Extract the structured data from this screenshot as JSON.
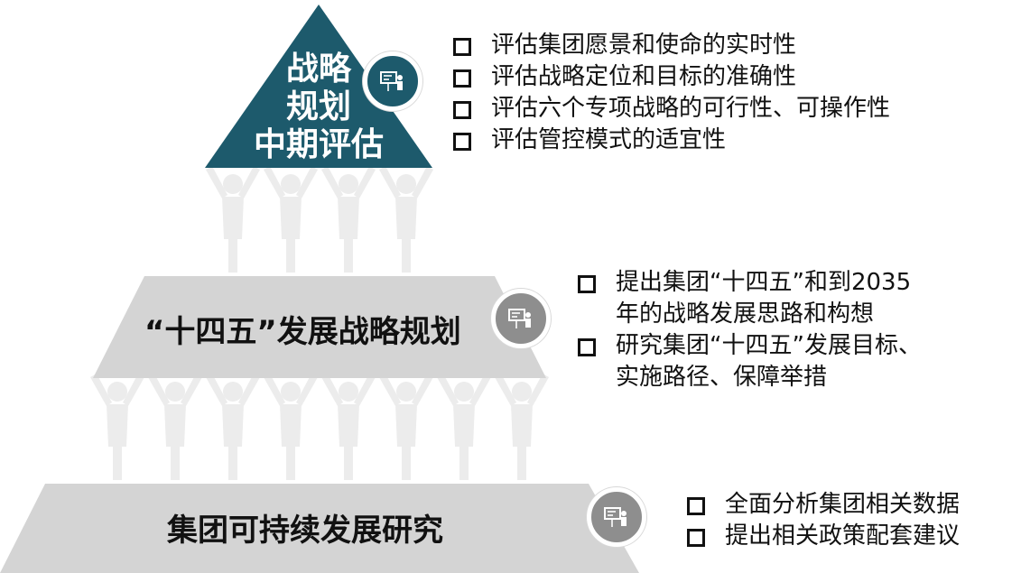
{
  "colors": {
    "apex": "#1d5a6c",
    "banner": "#d4d4d4",
    "figures": "#ececec",
    "badge_gray": "#8e8e8e",
    "text": "#111111"
  },
  "tiers": {
    "top": {
      "title_lines": [
        "战略",
        "规划",
        "中期评估"
      ],
      "icon": "presentation-icon",
      "points": [
        "评估集团愿景和使命的实时性",
        "评估战略定位和目标的准确性",
        "评估六个专项战略的可行性、可操作性",
        "评估管控模式的适宜性"
      ]
    },
    "middle": {
      "title": "“十四五”发展战略规划",
      "icon": "presentation-icon",
      "points": [
        {
          "line1": "提出集团“十四五”和到2035",
          "line2": "年的战略发展思路和构想"
        },
        {
          "line1": "研究集团“十四五”发展目标、",
          "line2": "实施路径、保障举措"
        }
      ]
    },
    "bottom": {
      "title": "集团可持续发展研究",
      "icon": "presentation-icon",
      "points": [
        "全面分析集团相关数据",
        "提出相关政策配套建议"
      ]
    }
  }
}
